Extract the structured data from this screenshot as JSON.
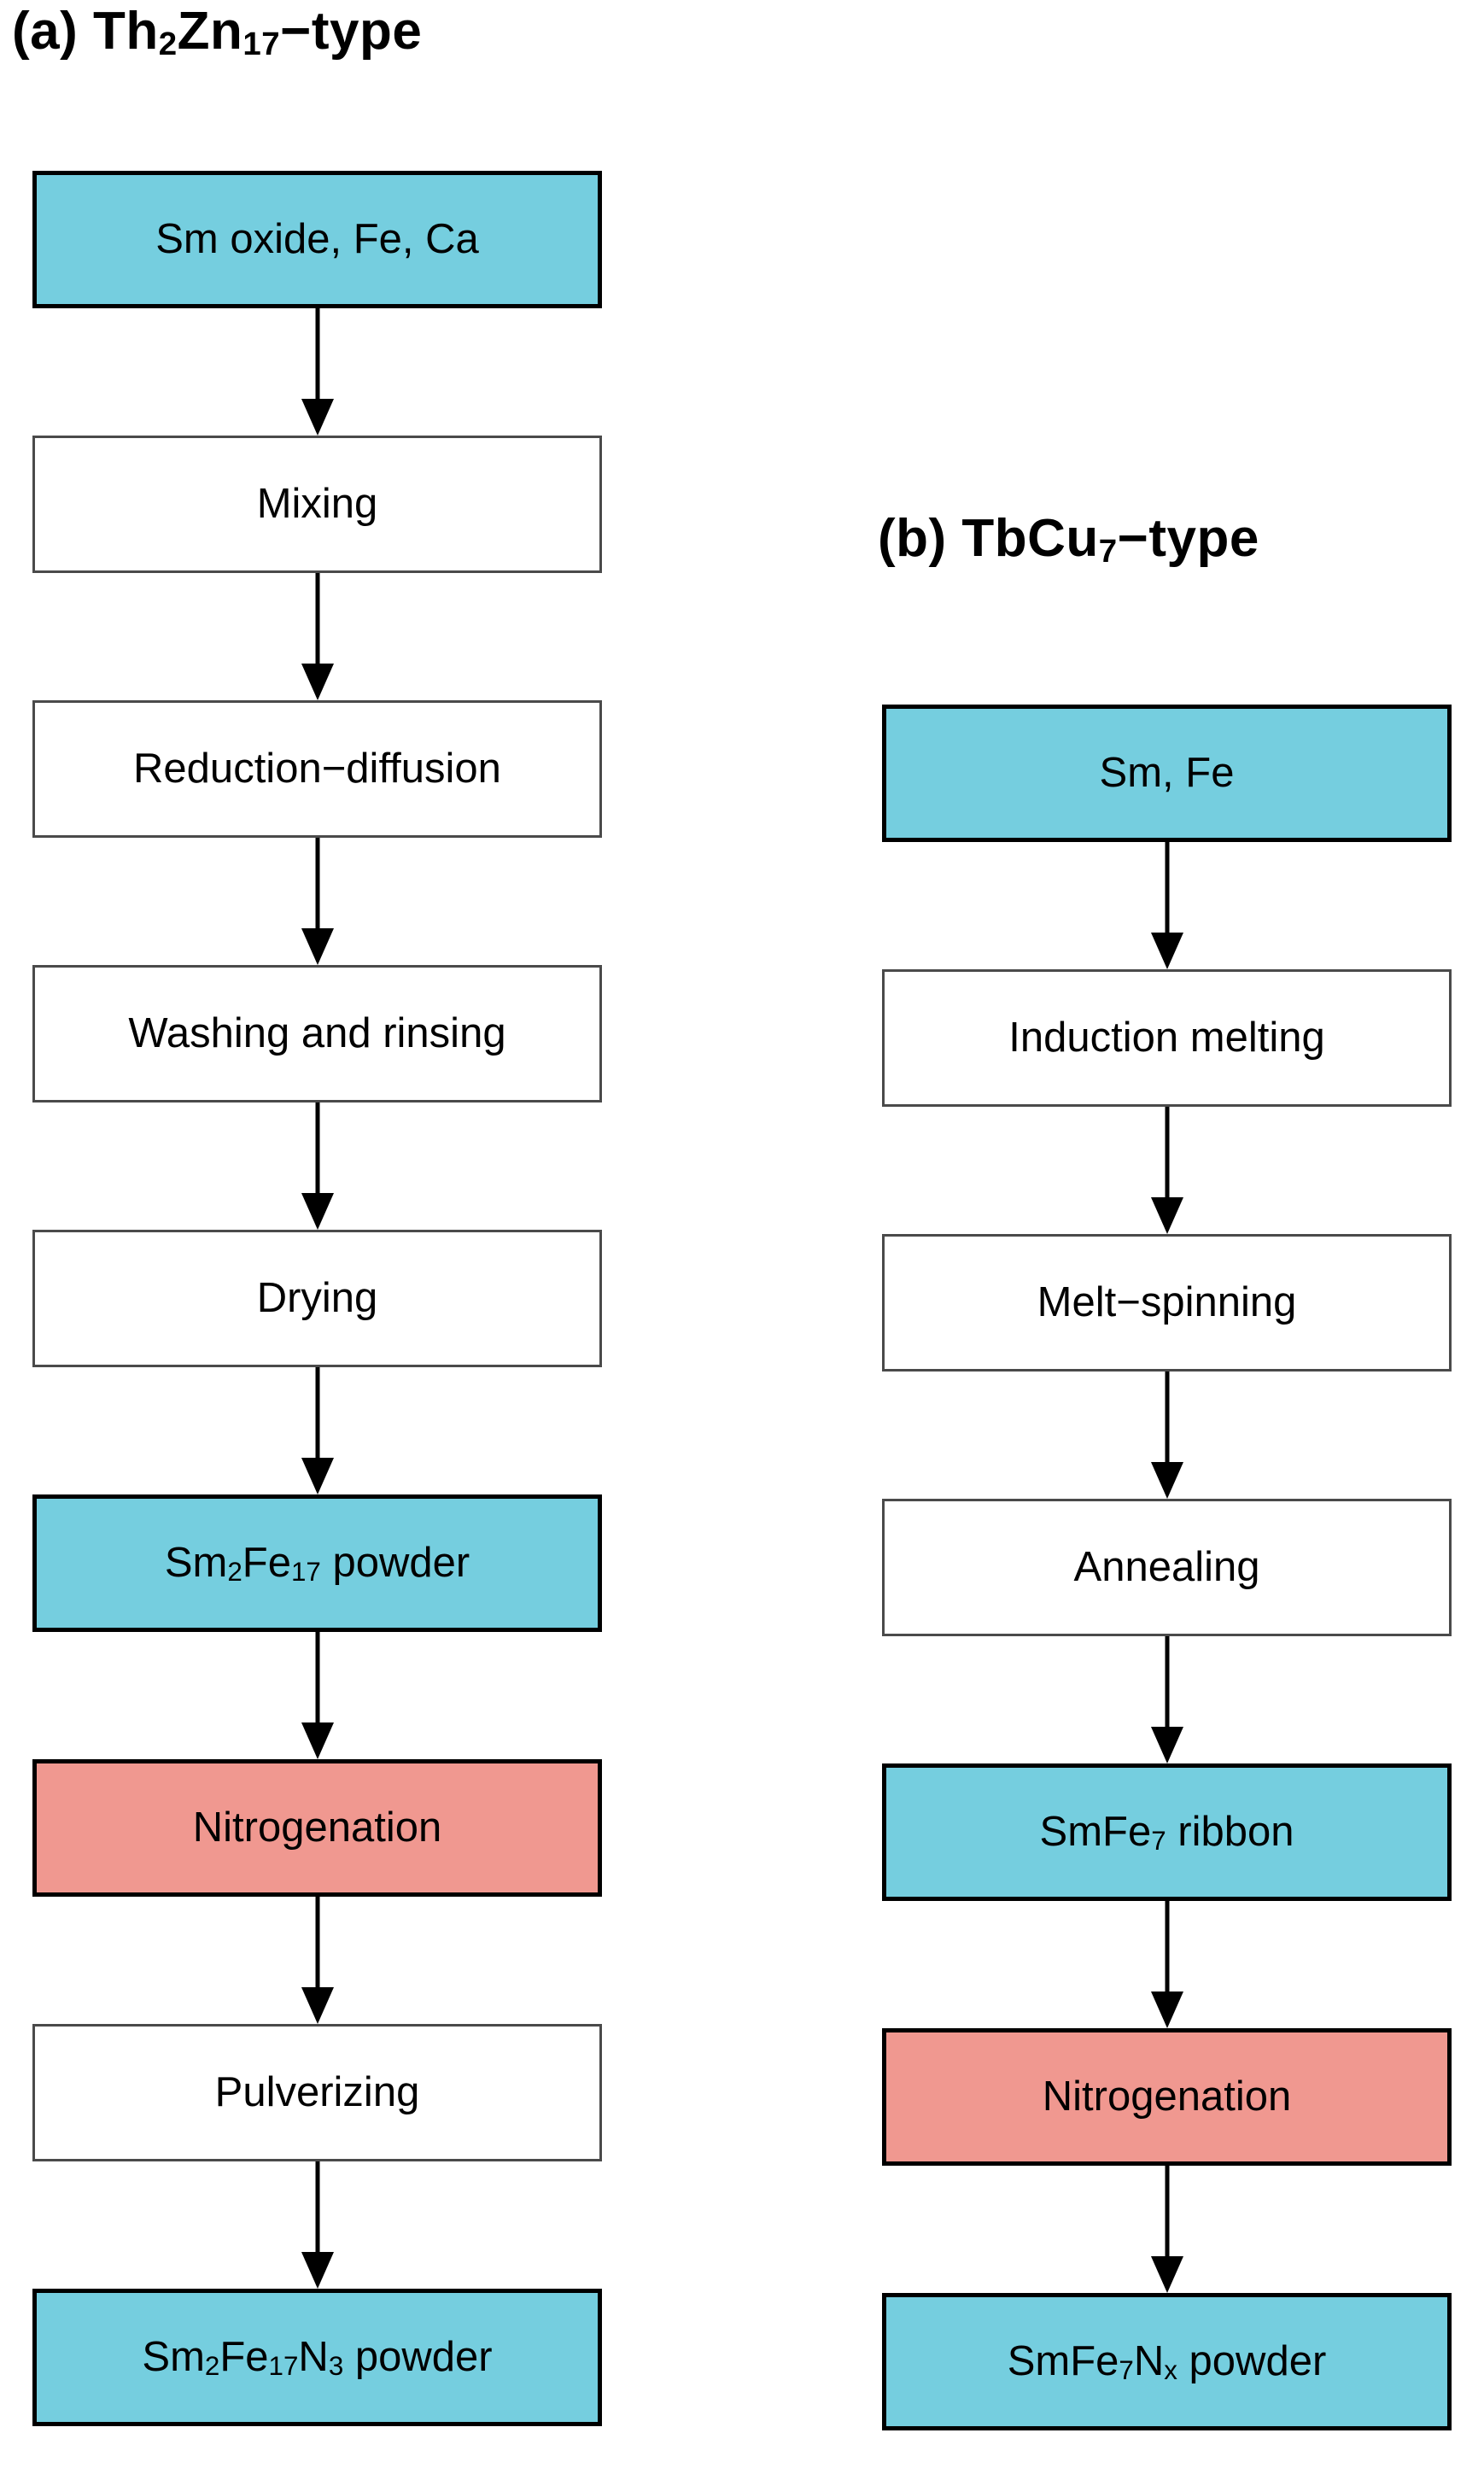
{
  "panels": [
    {
      "id": "a",
      "tag": "(a)",
      "title_html": "Th<sub>2</sub>Zn<sub>17</sub>−type",
      "title_text": "(a) Th2Zn17-type",
      "nodes": [
        {
          "label_html": "Sm oxide, Fe, Ca",
          "label_text": "Sm oxide, Fe, Ca",
          "fill": "cyan"
        },
        {
          "label_html": "Mixing",
          "label_text": "Mixing",
          "fill": "white"
        },
        {
          "label_html": "Reduction−diffusion",
          "label_text": "Reduction-diffusion",
          "fill": "white"
        },
        {
          "label_html": "Washing and rinsing",
          "label_text": "Washing and rinsing",
          "fill": "white"
        },
        {
          "label_html": "Drying",
          "label_text": "Drying",
          "fill": "white"
        },
        {
          "label_html": "Sm<sub>2</sub>Fe<sub>17</sub> powder",
          "label_text": "Sm2Fe17 powder",
          "fill": "cyan"
        },
        {
          "label_html": "Nitrogenation",
          "label_text": "Nitrogenation",
          "fill": "salmon"
        },
        {
          "label_html": "Pulverizing",
          "label_text": "Pulverizing",
          "fill": "white"
        },
        {
          "label_html": "Sm<sub>2</sub>Fe<sub>17</sub>N<sub>3</sub> powder",
          "label_text": "Sm2Fe17N3 powder",
          "fill": "cyan"
        }
      ]
    },
    {
      "id": "b",
      "tag": "(b)",
      "title_html": "TbCu<sub>7</sub>−type",
      "title_text": "(b) TbCu7-type",
      "nodes": [
        {
          "label_html": "Sm, Fe",
          "label_text": "Sm, Fe",
          "fill": "cyan"
        },
        {
          "label_html": "Induction melting",
          "label_text": "Induction melting",
          "fill": "white"
        },
        {
          "label_html": "Melt−spinning",
          "label_text": "Melt-spinning",
          "fill": "white"
        },
        {
          "label_html": "Annealing",
          "label_text": "Annealing",
          "fill": "white"
        },
        {
          "label_html": "SmFe<sub>7</sub> ribbon",
          "label_text": "SmFe7 ribbon",
          "fill": "cyan"
        },
        {
          "label_html": "Nitrogenation",
          "label_text": "Nitrogenation",
          "fill": "salmon"
        },
        {
          "label_html": "SmFe<sub>7</sub>N<sub>x</sub> powder",
          "label_text": "SmFe7Nx powder",
          "fill": "cyan"
        }
      ]
    }
  ],
  "colors": {
    "cyan": "#75CEDF",
    "salmon": "#F09890",
    "box_border_filled": "#000000",
    "box_border_plain": "#4a4a4a",
    "arrow": "#000000",
    "background": "#ffffff",
    "text": "#000000"
  },
  "chart_data": {
    "type": "diagram",
    "title": "Process flowcharts for Sm-Fe-N magnet powder synthesis",
    "panels": [
      {
        "label": "(a) Th2Zn17-type",
        "steps": [
          "Sm oxide, Fe, Ca",
          "Mixing",
          "Reduction-diffusion",
          "Washing and rinsing",
          "Drying",
          "Sm2Fe17 powder",
          "Nitrogenation",
          "Pulverizing",
          "Sm2Fe17N3 powder"
        ],
        "highlighted_material_steps": [
          "Sm oxide, Fe, Ca",
          "Sm2Fe17 powder",
          "Sm2Fe17N3 powder"
        ],
        "highlighted_reaction_steps": [
          "Nitrogenation"
        ]
      },
      {
        "label": "(b) TbCu7-type",
        "steps": [
          "Sm, Fe",
          "Induction melting",
          "Melt-spinning",
          "Annealing",
          "SmFe7 ribbon",
          "Nitrogenation",
          "SmFe7Nx powder"
        ],
        "highlighted_material_steps": [
          "Sm, Fe",
          "SmFe7 ribbon",
          "SmFe7Nx powder"
        ],
        "highlighted_reaction_steps": [
          "Nitrogenation"
        ]
      }
    ]
  }
}
